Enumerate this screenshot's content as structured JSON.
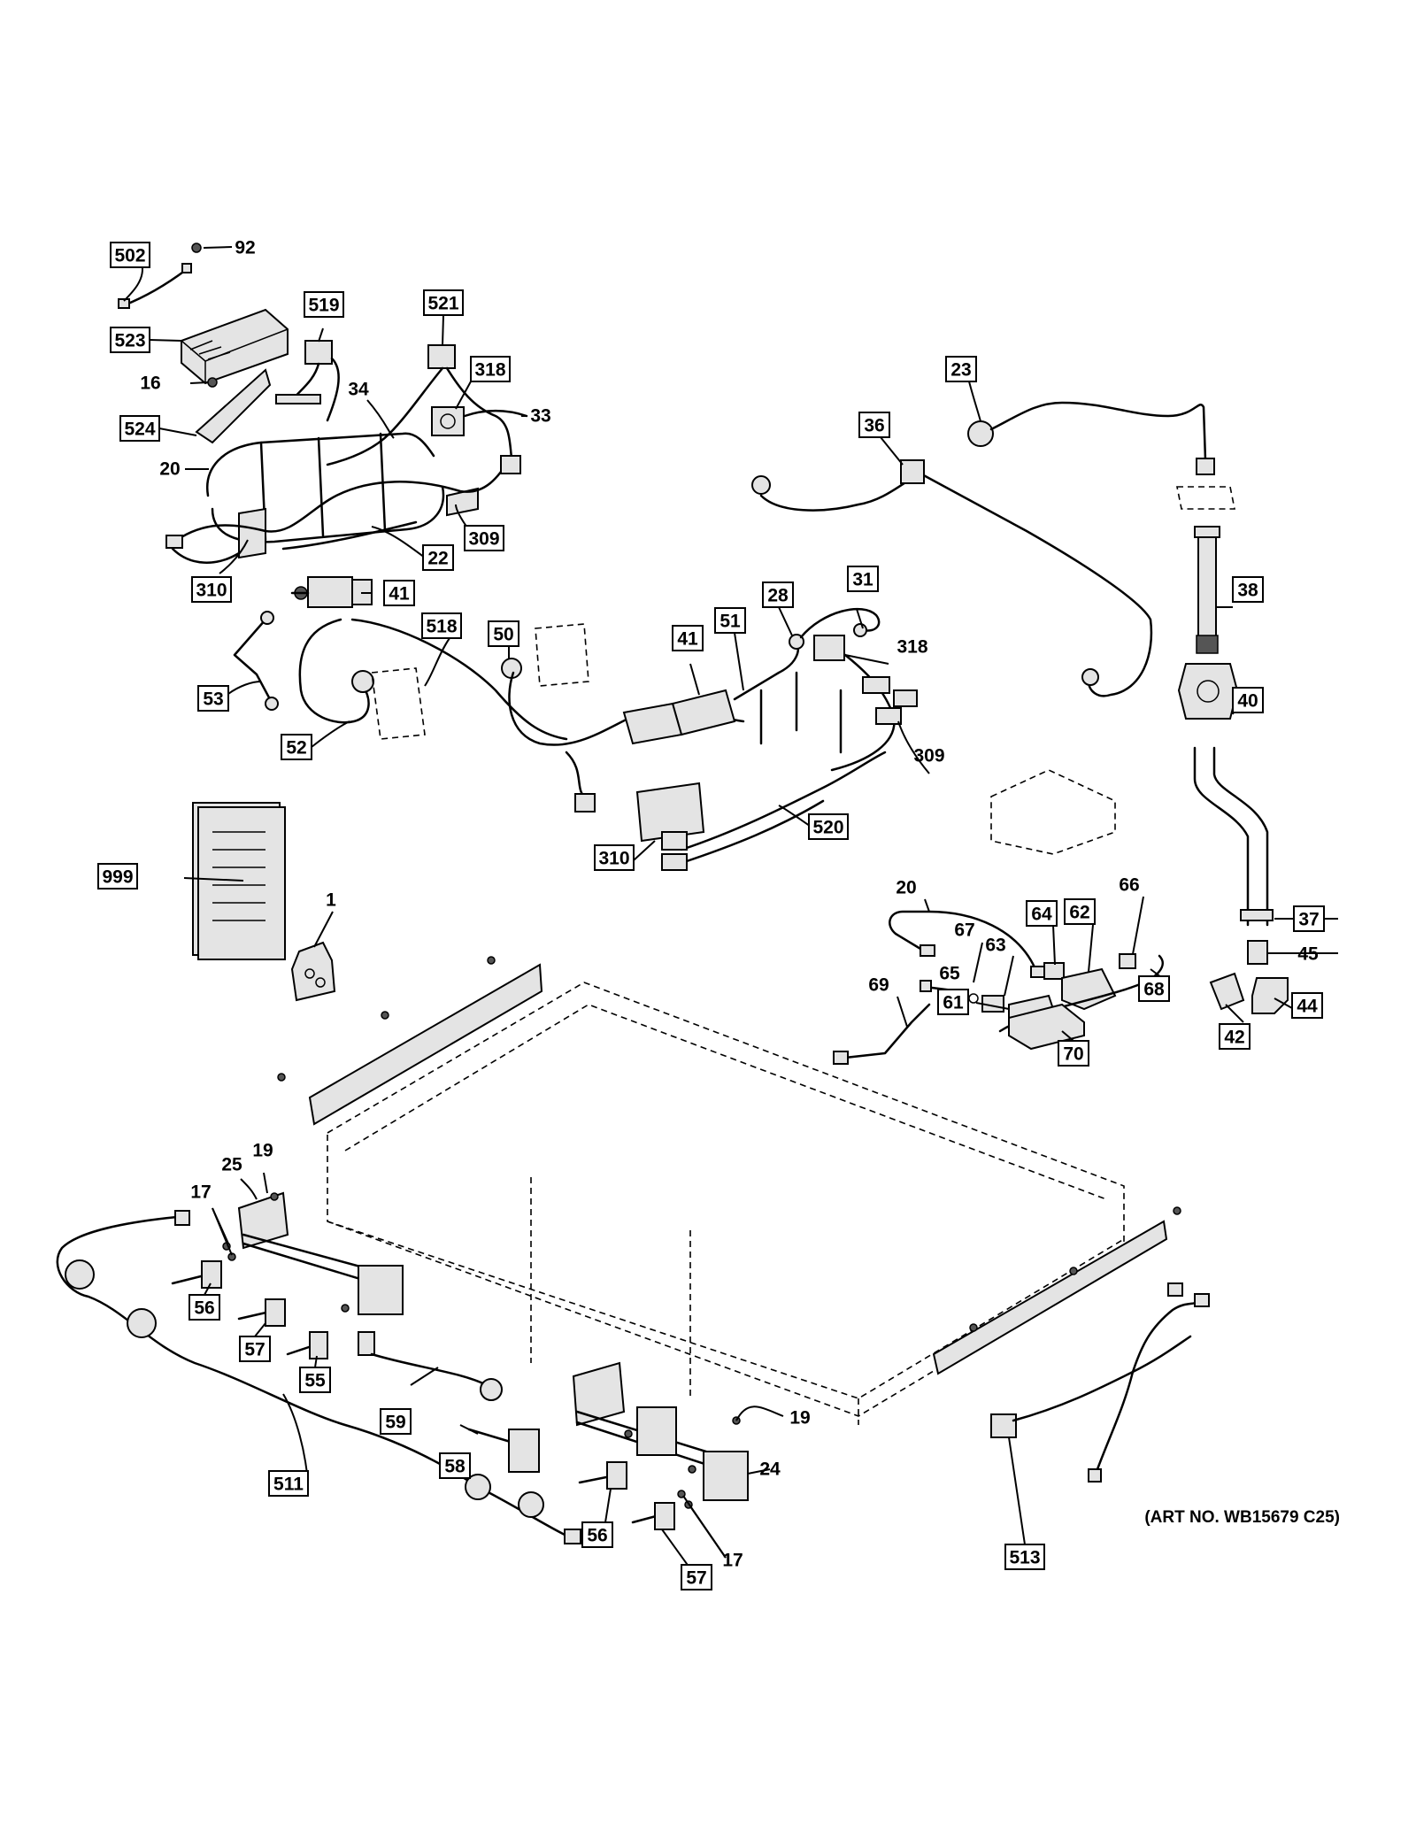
{
  "diagram": {
    "art_number": "(ART NO. WB15679 C25)",
    "callouts": [
      {
        "id": "c502",
        "label": "502"
      },
      {
        "id": "c92",
        "label": "92"
      },
      {
        "id": "c523",
        "label": "523"
      },
      {
        "id": "c519",
        "label": "519"
      },
      {
        "id": "c521",
        "label": "521"
      },
      {
        "id": "c16",
        "label": "16"
      },
      {
        "id": "c318a",
        "label": "318"
      },
      {
        "id": "c34",
        "label": "34"
      },
      {
        "id": "c33",
        "label": "33"
      },
      {
        "id": "c524",
        "label": "524"
      },
      {
        "id": "c20a",
        "label": "20"
      },
      {
        "id": "c309a",
        "label": "309"
      },
      {
        "id": "c22",
        "label": "22"
      },
      {
        "id": "c310a",
        "label": "310"
      },
      {
        "id": "c41a",
        "label": "41"
      },
      {
        "id": "c23",
        "label": "23"
      },
      {
        "id": "c36",
        "label": "36"
      },
      {
        "id": "c38",
        "label": "38"
      },
      {
        "id": "c40",
        "label": "40"
      },
      {
        "id": "c31",
        "label": "31"
      },
      {
        "id": "c28",
        "label": "28"
      },
      {
        "id": "c51",
        "label": "51"
      },
      {
        "id": "c41b",
        "label": "41"
      },
      {
        "id": "c518",
        "label": "518"
      },
      {
        "id": "c50",
        "label": "50"
      },
      {
        "id": "c318b",
        "label": "318"
      },
      {
        "id": "c53",
        "label": "53"
      },
      {
        "id": "c52",
        "label": "52"
      },
      {
        "id": "c309b",
        "label": "309"
      },
      {
        "id": "c520",
        "label": "520"
      },
      {
        "id": "c310b",
        "label": "310"
      },
      {
        "id": "c20b",
        "label": "20"
      },
      {
        "id": "c66",
        "label": "66"
      },
      {
        "id": "c64",
        "label": "64"
      },
      {
        "id": "c62",
        "label": "62"
      },
      {
        "id": "c67",
        "label": "67"
      },
      {
        "id": "c63",
        "label": "63"
      },
      {
        "id": "c37",
        "label": "37"
      },
      {
        "id": "c999",
        "label": "999"
      },
      {
        "id": "c1",
        "label": "1"
      },
      {
        "id": "c61",
        "label": "61"
      },
      {
        "id": "c45",
        "label": "45"
      },
      {
        "id": "c65",
        "label": "65"
      },
      {
        "id": "c68",
        "label": "68"
      },
      {
        "id": "c69",
        "label": "69"
      },
      {
        "id": "c44",
        "label": "44"
      },
      {
        "id": "c42",
        "label": "42"
      },
      {
        "id": "c70",
        "label": "70"
      },
      {
        "id": "c19a",
        "label": "19"
      },
      {
        "id": "c25",
        "label": "25"
      },
      {
        "id": "c17a",
        "label": "17"
      },
      {
        "id": "c56a",
        "label": "56"
      },
      {
        "id": "c57a",
        "label": "57"
      },
      {
        "id": "c55",
        "label": "55"
      },
      {
        "id": "c59",
        "label": "59"
      },
      {
        "id": "c511",
        "label": "511"
      },
      {
        "id": "c58",
        "label": "58"
      },
      {
        "id": "c19b",
        "label": "19"
      },
      {
        "id": "c24",
        "label": "24"
      },
      {
        "id": "c56b",
        "label": "56"
      },
      {
        "id": "c17b",
        "label": "17"
      },
      {
        "id": "c57b",
        "label": "57"
      },
      {
        "id": "c513",
        "label": "513"
      }
    ]
  }
}
